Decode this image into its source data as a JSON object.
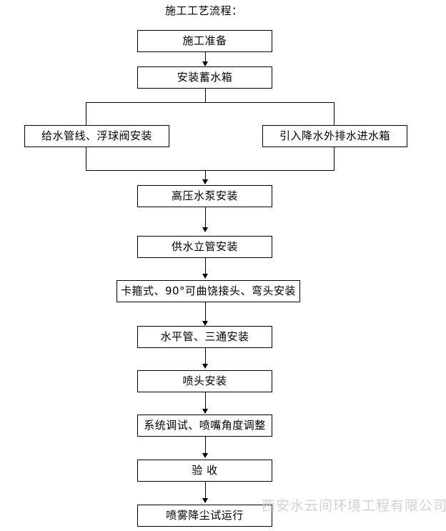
{
  "document": {
    "title": "施工工艺流程：",
    "watermark": "西安水云间环境工程有限公司",
    "line_color": "#000000",
    "background_color": "#ffffff",
    "watermark_color": "#d2d2d2"
  },
  "flowchart": {
    "type": "flowchart",
    "orientation": "top-to-bottom",
    "nodes": [
      {
        "id": "n1",
        "label": "施工准备"
      },
      {
        "id": "n2",
        "label": "安装蓄水箱"
      },
      {
        "id": "n3a",
        "label": "给水管线、浮球阀安装"
      },
      {
        "id": "n3b",
        "label": "引入降水外排水进水箱"
      },
      {
        "id": "n4",
        "label": "高压水泵安装"
      },
      {
        "id": "n5",
        "label": "供水立管安装"
      },
      {
        "id": "n6",
        "label": "卡箍式、90°可曲饶接头、弯头安装"
      },
      {
        "id": "n7",
        "label": "水平管、三通安装"
      },
      {
        "id": "n8",
        "label": "喷头安装"
      },
      {
        "id": "n9",
        "label": "系统调试、喷嘴角度调整"
      },
      {
        "id": "n10",
        "label": "验    收"
      },
      {
        "id": "n11",
        "label": "喷雾降尘试运行"
      }
    ],
    "edges": [
      {
        "from": "n1",
        "to": "n2"
      },
      {
        "from": "n2",
        "to": "n3a"
      },
      {
        "from": "n2",
        "to": "n3b"
      },
      {
        "from": "n3a",
        "to": "n4"
      },
      {
        "from": "n3b",
        "to": "n4"
      },
      {
        "from": "n4",
        "to": "n5"
      },
      {
        "from": "n5",
        "to": "n6"
      },
      {
        "from": "n6",
        "to": "n7"
      },
      {
        "from": "n7",
        "to": "n8"
      },
      {
        "from": "n8",
        "to": "n9"
      },
      {
        "from": "n9",
        "to": "n10"
      },
      {
        "from": "n10",
        "to": "n11"
      }
    ]
  }
}
